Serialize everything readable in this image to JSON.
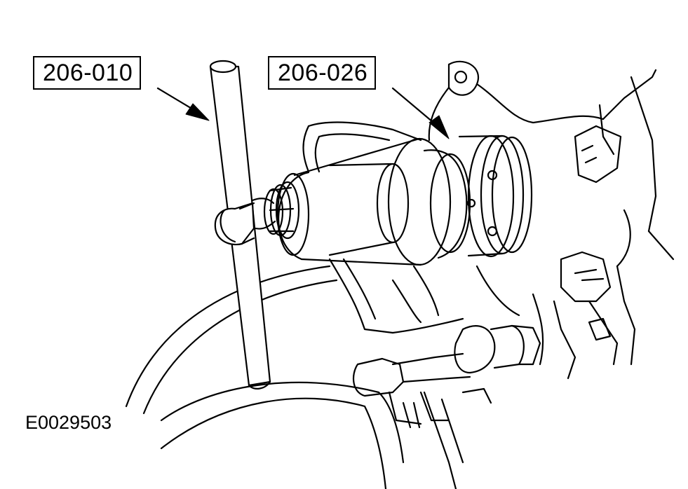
{
  "callouts": {
    "tool_1": "206-010",
    "tool_2": "206-026"
  },
  "figure_id": "E0029503",
  "colors": {
    "line": "#000000",
    "background": "#ffffff"
  }
}
